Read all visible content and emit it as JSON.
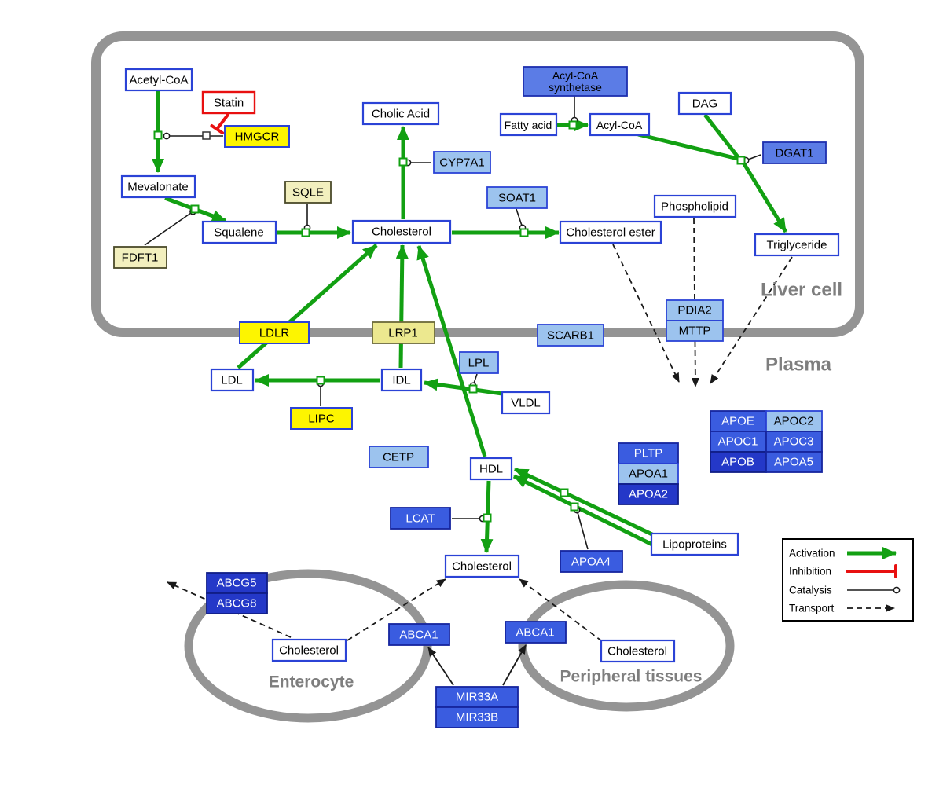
{
  "regions": {
    "liver_cell": "Liver cell",
    "plasma": "Plasma",
    "enterocyte": "Enterocyte",
    "peripheral_tissues": "Peripheral tissues"
  },
  "legend": {
    "activation": "Activation",
    "inhibition": "Inhibition",
    "catalysis": "Catalysis",
    "transport": "Transport"
  },
  "nodes": {
    "acetyl_coa": "Acetyl-CoA",
    "statin": "Statin",
    "hmgcr": "HMGCR",
    "mevalonate": "Mevalonate",
    "sqle": "SQLE",
    "squalene": "Squalene",
    "fdft1": "FDFT1",
    "cholic_acid": "Cholic Acid",
    "cyp7a1": "CYP7A1",
    "cholesterol_liver": "Cholesterol",
    "soat1": "SOAT1",
    "cholesterol_ester": "Cholesterol ester",
    "acyl_coa_synthetase": {
      "line1": "Acyl-CoA",
      "line2": "synthetase"
    },
    "fatty_acid": "Fatty acid",
    "acyl_coa": "Acyl-CoA",
    "dag": "DAG",
    "dgat1": "DGAT1",
    "phospholipid": "Phospholipid",
    "triglyceride": "Triglyceride",
    "ldlr": "LDLR",
    "lrp1": "LRP1",
    "scarb1": "SCARB1",
    "pdia2": "PDIA2",
    "mttp": "MTTP",
    "ldl": "LDL",
    "idl": "IDL",
    "lipc": "LIPC",
    "lpl": "LPL",
    "vldl": "VLDL",
    "cetp": "CETP",
    "hdl": "HDL",
    "pltp": "PLTP",
    "apoa1": "APOA1",
    "apoa2": "APOA2",
    "apoe": "APOE",
    "apoc2": "APOC2",
    "apoc1": "APOC1",
    "apoc3": "APOC3",
    "apob": "APOB",
    "apoa5": "APOA5",
    "lcat": "LCAT",
    "apoa4": "APOA4",
    "lipoproteins": "Lipoproteins",
    "cholesterol_plasma": "Cholesterol",
    "abcg5": "ABCG5",
    "abcg8": "ABCG8",
    "cholesterol_enterocyte": "Cholesterol",
    "abca1_enterocyte": "ABCA1",
    "abca1_peripheral": "ABCA1",
    "cholesterol_peripheral": "Cholesterol",
    "mir33a": "MIR33A",
    "mir33b": "MIR33B"
  },
  "colors": {
    "activation_green": "#12a012",
    "inhibition_red": "#e81010",
    "membrane_gray": "#949494",
    "metabolite_border_blue": "#2b43d6",
    "gene_yellow": "#fdf500",
    "gene_pale_yellow": "#f2efbe",
    "gene_light_blue": "#9cc3ee",
    "gene_medium_blue": "#5b7ce6",
    "gene_blue": "#3a5ce0",
    "gene_dark_blue": "#2438c8"
  }
}
